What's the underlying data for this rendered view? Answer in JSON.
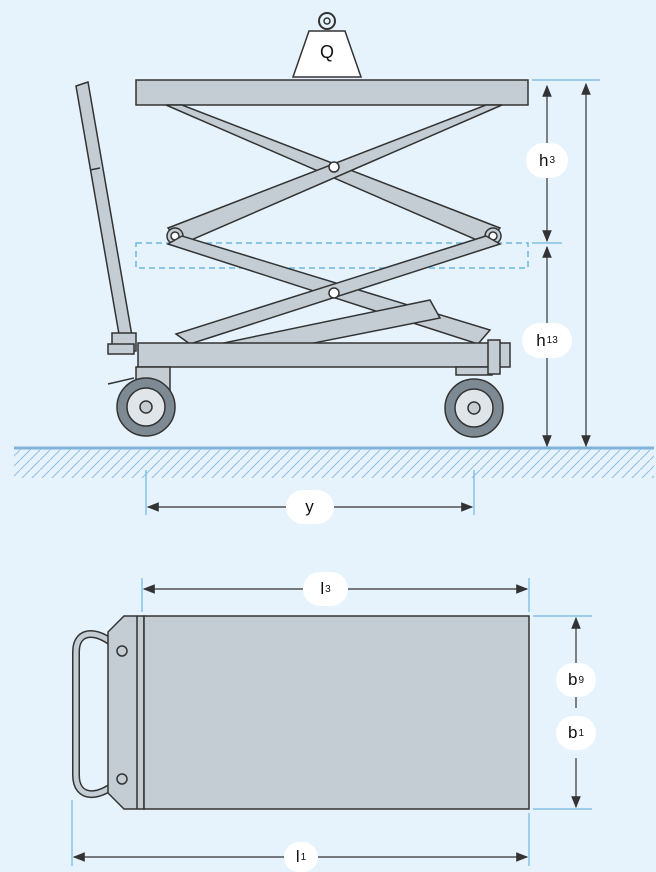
{
  "side_view": {
    "load_label": "Q",
    "dims": {
      "h3": {
        "main": "h",
        "sub": "3"
      },
      "h13": {
        "main": "h",
        "sub": "13"
      },
      "y": {
        "main": "y",
        "sub": ""
      }
    }
  },
  "top_view": {
    "dims": {
      "l3": {
        "main": "l",
        "sub": "3"
      },
      "b9": {
        "main": "b",
        "sub": "9"
      },
      "b1": {
        "main": "b",
        "sub": "1"
      },
      "l1": {
        "main": "l",
        "sub": "1"
      }
    }
  },
  "colors": {
    "background": "#e6f3fc",
    "metal": "#c3cdd3",
    "floor": "#7fb3d9",
    "dashed_outline": "#6fb8e0",
    "label_bubble": "#ffffff"
  }
}
